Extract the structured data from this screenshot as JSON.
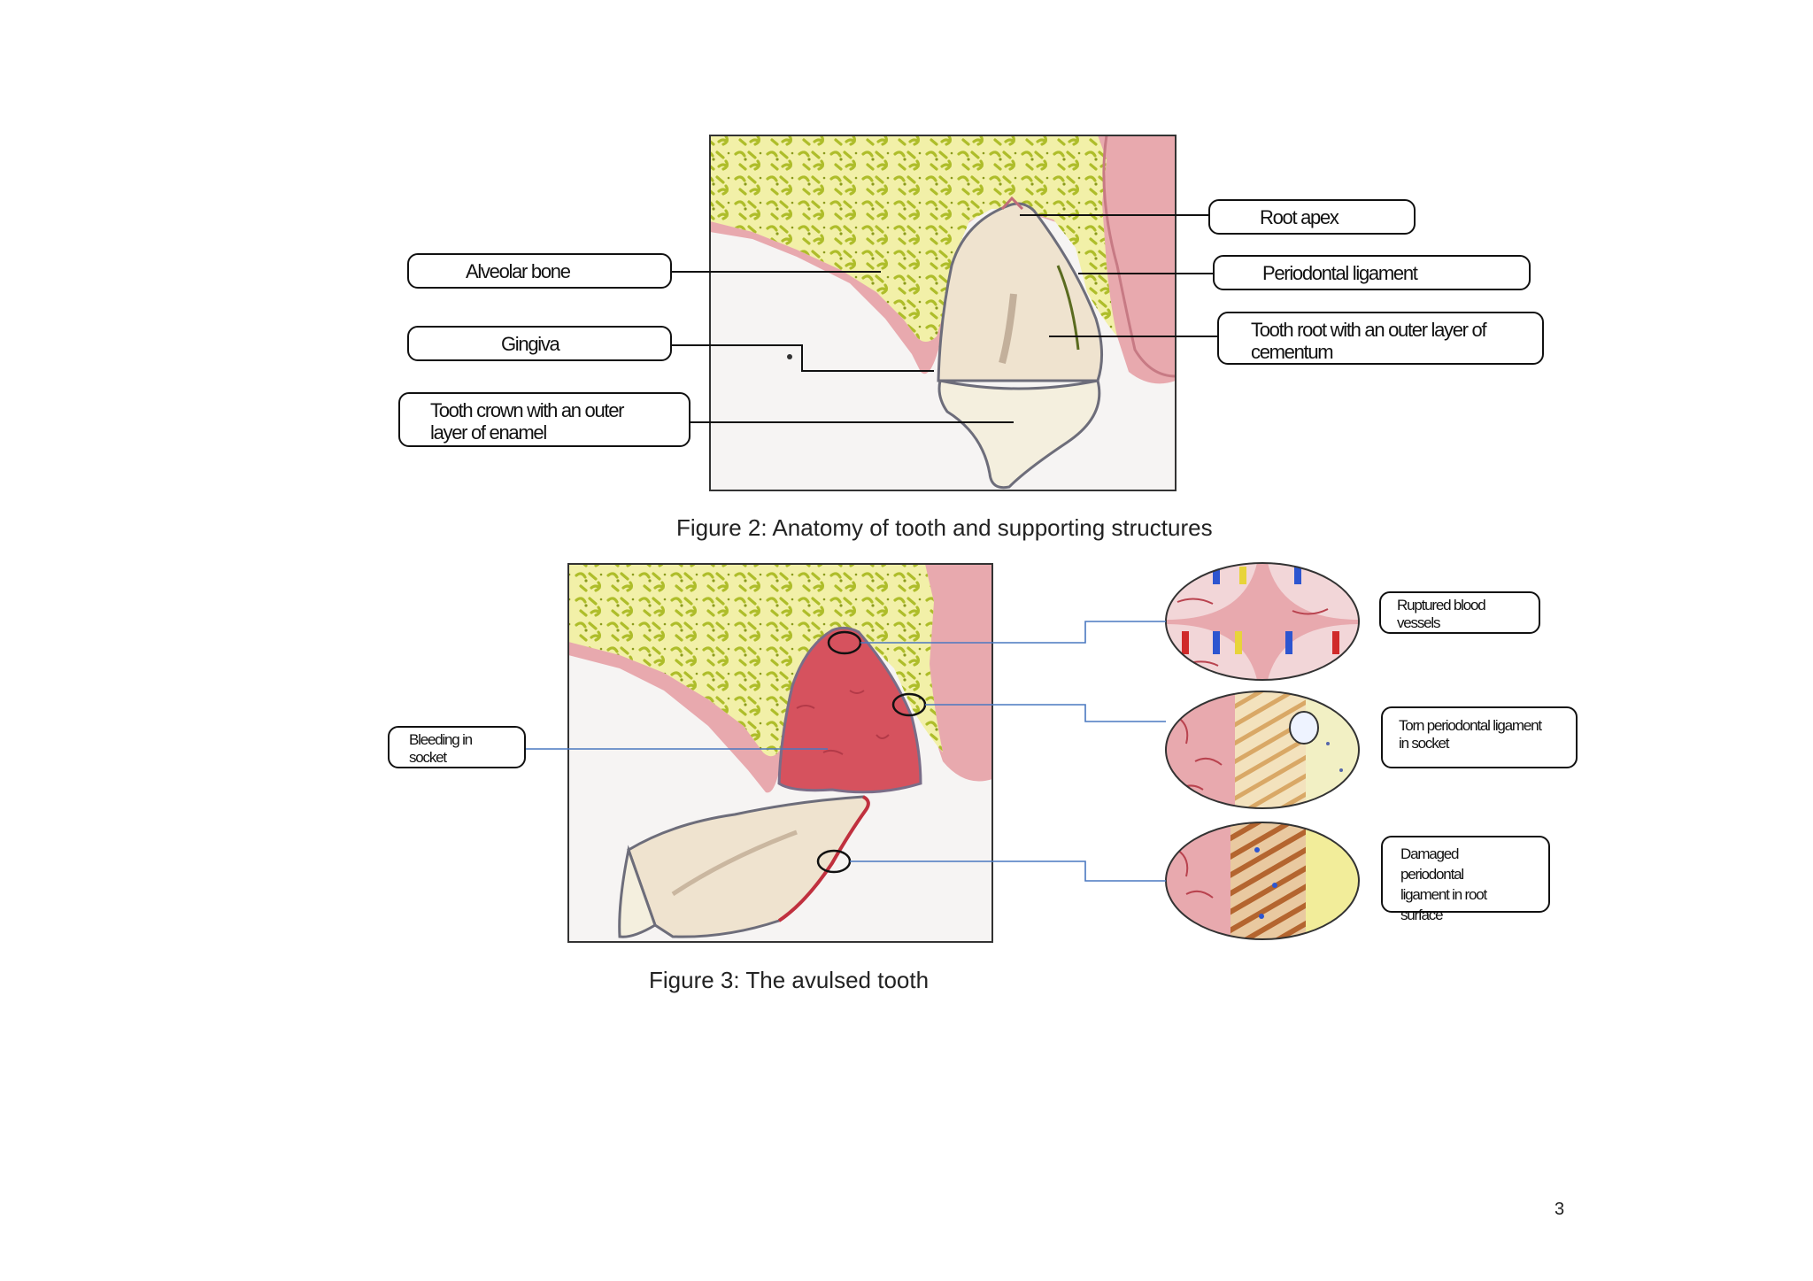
{
  "figure2": {
    "caption": "Figure 2: Anatomy of tooth and supporting structures",
    "labels": {
      "root_apex": "Root apex",
      "periodontal_ligament": "Periodontal ligament",
      "tooth_root": "Tooth root with an outer  layer of cementum",
      "alveolar_bone": "Alveolar bone",
      "gingiva": "Gingiva",
      "tooth_crown": "Tooth crown with an  outer layer of enamel"
    }
  },
  "figure3": {
    "caption": "Figure 3: The avulsed tooth",
    "labels": {
      "bleeding": "Bleeding in socket",
      "ruptured_vessels": "Ruptured  blood vessels",
      "torn_ligament": "Torn periodontal ligament in socket",
      "damaged_ligament": "Damaged periodontal ligament in  root surface"
    }
  },
  "page_number": "3",
  "colors": {
    "bone_yellow": "#f2f0a8",
    "trabecula_green": "#b8c832",
    "gingiva_pink": "#e7a5ab",
    "tooth_cream": "#efe3cf",
    "blood_red": "#d6525e",
    "leader_blue": "#4a78c0"
  }
}
